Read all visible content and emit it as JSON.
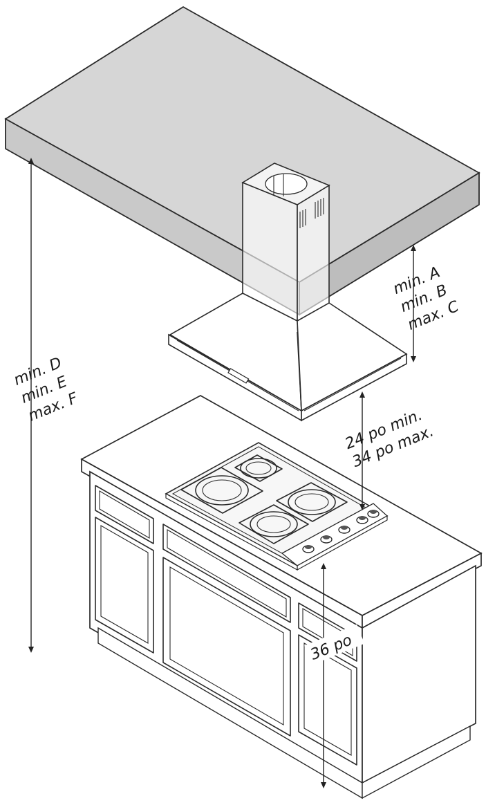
{
  "diagram": {
    "colors": {
      "ceiling_top": "#d6d6d6",
      "ceiling_front": "#c9c9c9",
      "ceiling_side": "#bdbdbd",
      "outline": "#2a2a2a",
      "white": "#ffffff"
    },
    "labels": {
      "left_line1": "min.  D",
      "left_line2": "min.  E",
      "left_line3": "max. F",
      "right_line1": "min.  A",
      "right_line2": "min.  B",
      "right_line3": "max. C",
      "clearance_line1": "24 po min.",
      "clearance_line2": "34 po max.",
      "counter_height": "36 po"
    },
    "icons": {
      "dim_arrow": "double-arrow-icon",
      "burner": "burner-icon",
      "knob": "knob-icon"
    }
  }
}
